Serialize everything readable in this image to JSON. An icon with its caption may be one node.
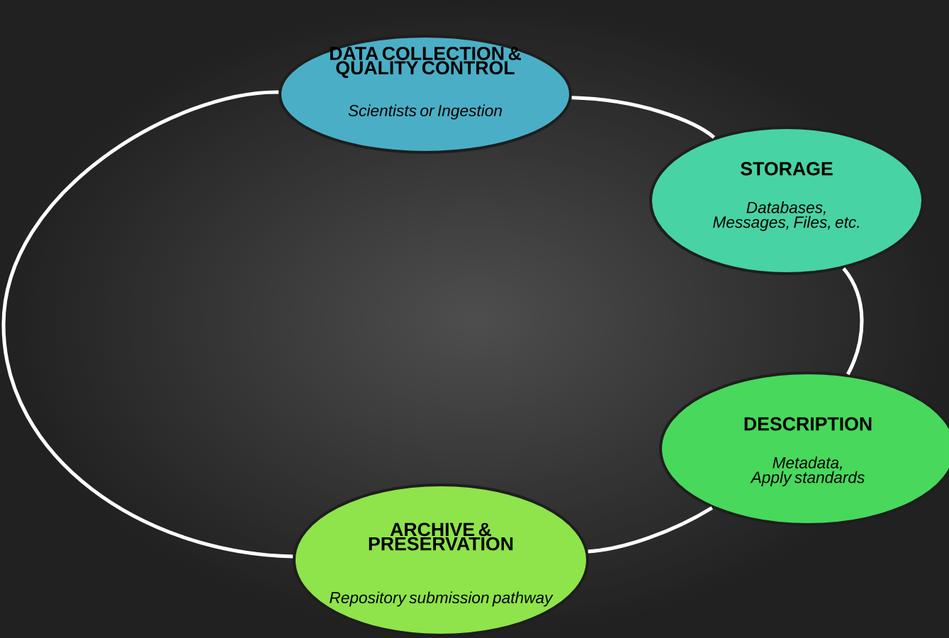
{
  "diagram": {
    "nodes": [
      {
        "text": [
          "DATA COLLECTION & QUALITY CONTROL",
          "Scientists or Ingestion"
        ]
      },
      {
        "text": [
          "STORAGE",
          "Databases, Messages, Files, etc."
        ]
      },
      {
        "text": [
          "DESCRIPTION",
          "Metadata, Apply standards"
        ]
      },
      {
        "text": [
          "ARCHIVE & PRESERVATION",
          "Repository submission pathway"
        ]
      }
    ],
    "edges": [
      {
        "from": 0,
        "to": 1,
        "arrow": "none"
      },
      {
        "from": 1,
        "to": 2,
        "arrow": "none"
      },
      {
        "from": 2,
        "to": 3,
        "arrow": "none"
      },
      {
        "from": 3,
        "to": 0,
        "arrow": "none"
      }
    ]
  }
}
